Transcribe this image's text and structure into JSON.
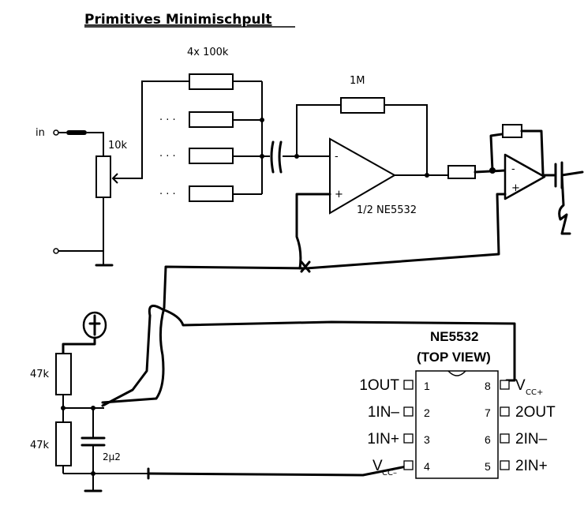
{
  "title": "Primitives Minimischpult",
  "labels": {
    "resistor_bank": "4x 100k",
    "feedback": "1M",
    "input": "in",
    "pot": "10k",
    "opamp": "1/2 NE5532",
    "r_top": "47k",
    "r_bottom": "47k",
    "cap": "2µ2",
    "dots": "· · ·"
  },
  "chip": {
    "name": "NE5532",
    "view": "(TOP VIEW)",
    "pins_left": [
      {
        "num": "1",
        "name": "1OUT"
      },
      {
        "num": "2",
        "name": "1IN–"
      },
      {
        "num": "3",
        "name": "1IN+"
      },
      {
        "num": "4",
        "name": "V",
        "sub": "CC–"
      }
    ],
    "pins_right": [
      {
        "num": "8",
        "name": "V",
        "sub": "CC+"
      },
      {
        "num": "7",
        "name": "2OUT"
      },
      {
        "num": "6",
        "name": "2IN–"
      },
      {
        "num": "5",
        "name": "2IN+"
      }
    ]
  },
  "colors": {
    "line": "#000000",
    "background": "#ffffff"
  }
}
